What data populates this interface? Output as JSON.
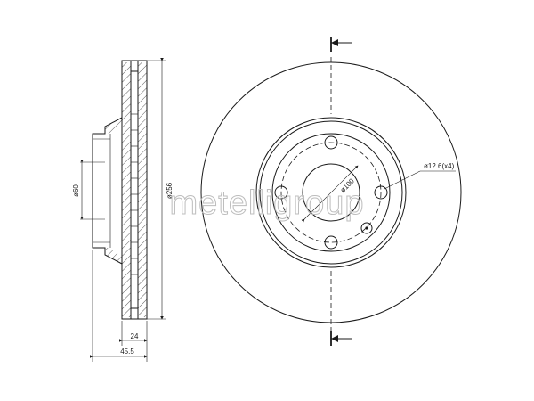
{
  "watermark": "metelligroup",
  "side_view": {
    "dimensions": {
      "hub_diameter": "ø60",
      "outer_diameter": "ø256",
      "disc_thickness": "24",
      "total_height": "45.5"
    }
  },
  "front_view": {
    "bolt_circle": "ø100",
    "bolt_holes": "ø12.6(x4)"
  }
}
